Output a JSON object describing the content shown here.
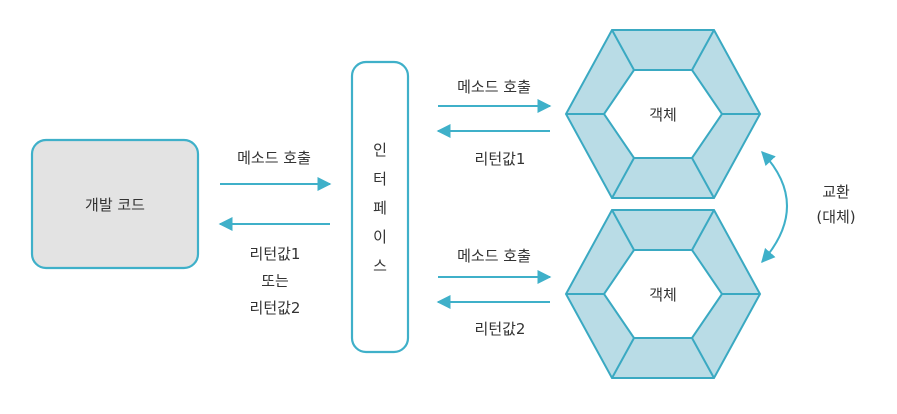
{
  "dev_code": {
    "label": "개발 코드"
  },
  "interface": {
    "chars": [
      "인",
      "터",
      "페",
      "이",
      "스"
    ]
  },
  "left_call": {
    "label": "메소드 호출"
  },
  "left_return": {
    "lines": [
      "리턴값1",
      "또는",
      "리턴값2"
    ]
  },
  "object_top": {
    "label": "객체",
    "call_label": "메소드 호출",
    "return_label": "리턴값1"
  },
  "object_bottom": {
    "label": "객체",
    "call_label": "메소드 호출",
    "return_label": "리턴값2"
  },
  "swap": {
    "lines": [
      "교환",
      "(대체)"
    ]
  },
  "colors": {
    "accent": "#3fb0c9",
    "hex_fill": "#b9dce6",
    "hex_stroke": "#3aa9c2",
    "box_fill": "#e3e3e3",
    "text": "#333333"
  }
}
